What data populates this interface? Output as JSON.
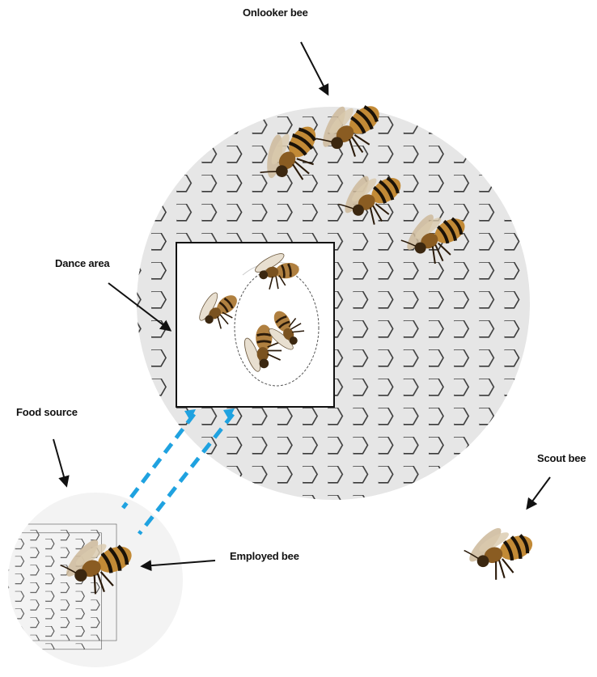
{
  "labels": {
    "onlooker_bee": "Onlooker bee",
    "dance_area": "Dance area",
    "food_source": "Food source",
    "scout_bee": "Scout bee",
    "employed_bee": "Employed bee"
  },
  "colors": {
    "hive_fill": "#e6e6e6",
    "hex_stroke": "#3a3a3a",
    "arrow": "#111111",
    "dance_flow": "#1fa2e0",
    "bee_body": "#b8863b",
    "bee_stripe": "#1a1208",
    "bee_wing": "#cdb99a"
  }
}
